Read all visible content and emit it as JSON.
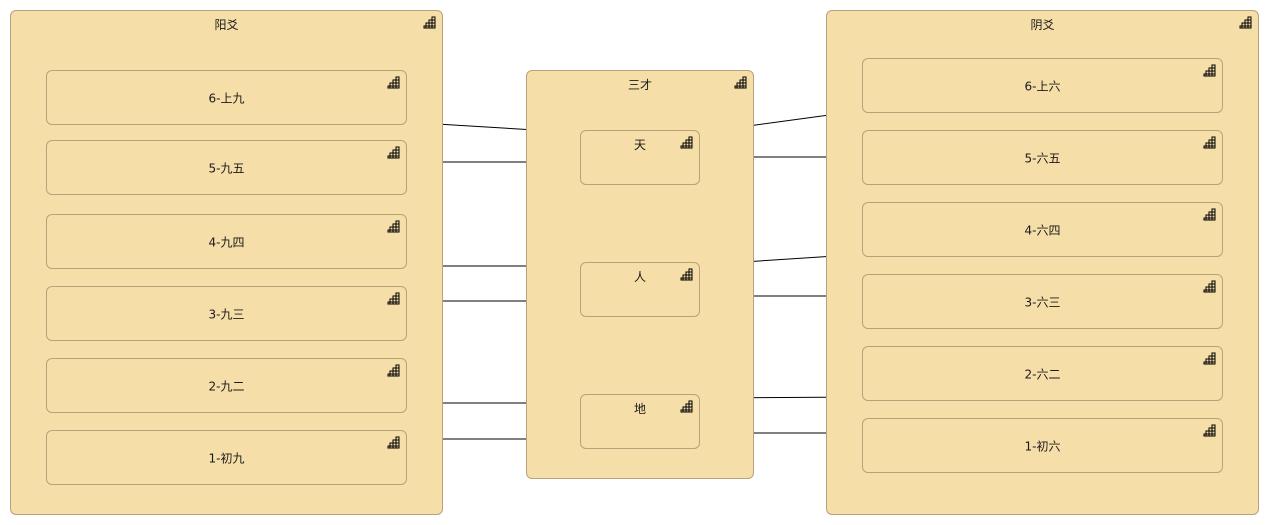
{
  "yang_group": {
    "title": "阳爻",
    "items": [
      "6-上九",
      "5-九五",
      "4-九四",
      "3-九三",
      "2-九二",
      "1-初九"
    ]
  },
  "sancai_group": {
    "title": "三才",
    "items": [
      "天",
      "人",
      "地"
    ]
  },
  "yin_group": {
    "title": "阴爻",
    "items": [
      "6-上六",
      "5-六五",
      "4-六四",
      "3-六三",
      "2-六二",
      "1-初六"
    ]
  },
  "icon": "stair-step-icon",
  "colors": {
    "fill": "#f5dea8",
    "border": "#b8a27a",
    "line": "#000000"
  }
}
